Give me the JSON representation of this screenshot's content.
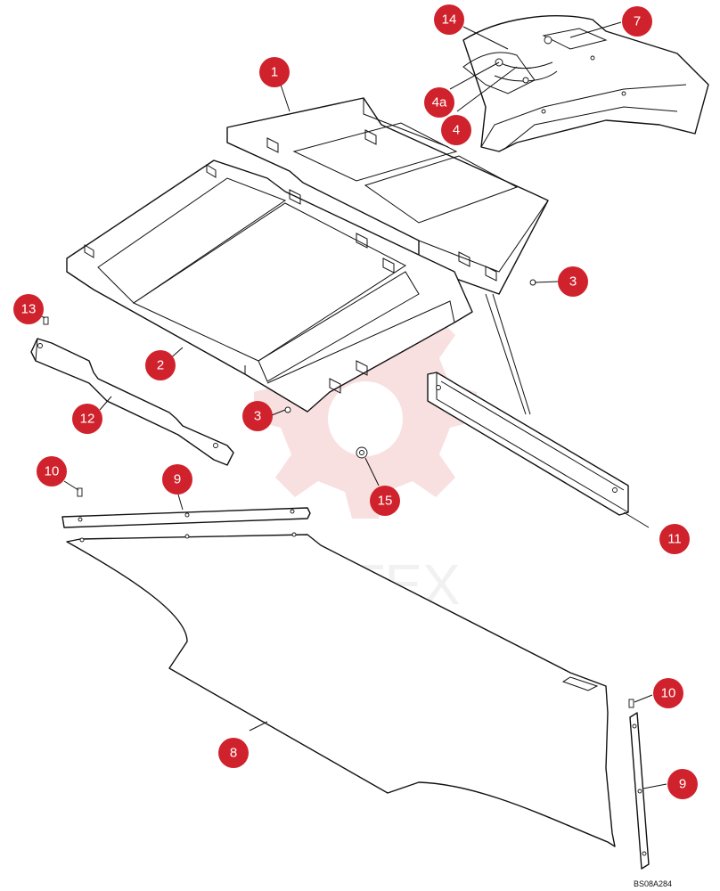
{
  "drawing": {
    "code": "BS08A284",
    "watermark": "ИНТЕХ",
    "callouts": [
      {
        "id": "c1",
        "label": "1"
      },
      {
        "id": "c2",
        "label": "2"
      },
      {
        "id": "c3a",
        "label": "3"
      },
      {
        "id": "c3b",
        "label": "3"
      },
      {
        "id": "c4",
        "label": "4"
      },
      {
        "id": "c4a",
        "label": "4a"
      },
      {
        "id": "c7",
        "label": "7"
      },
      {
        "id": "c8",
        "label": "8"
      },
      {
        "id": "c9a",
        "label": "9"
      },
      {
        "id": "c9b",
        "label": "9"
      },
      {
        "id": "c10a",
        "label": "10"
      },
      {
        "id": "c10b",
        "label": "10"
      },
      {
        "id": "c11",
        "label": "11"
      },
      {
        "id": "c12",
        "label": "12"
      },
      {
        "id": "c13",
        "label": "13"
      },
      {
        "id": "c14",
        "label": "14"
      },
      {
        "id": "c15",
        "label": "15"
      }
    ]
  },
  "colors": {
    "callout": "#d0222c",
    "line": "#111111",
    "watermark": "#f4c7c9"
  }
}
